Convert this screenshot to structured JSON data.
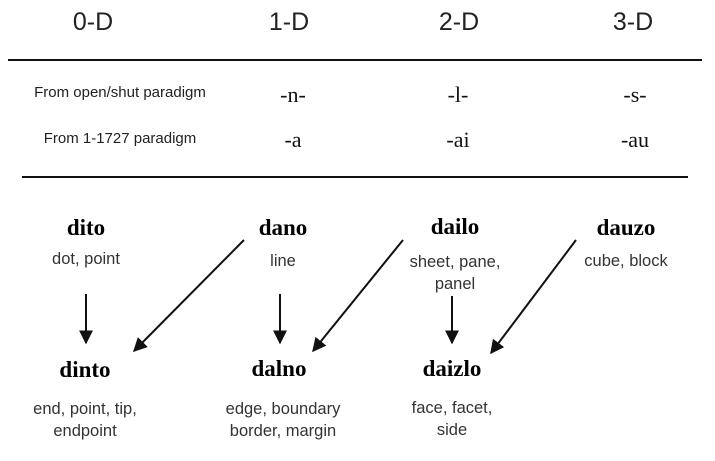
{
  "dimensions": [
    "0-D",
    "1-D",
    "2-D",
    "3-D"
  ],
  "rows": [
    {
      "label": "From open/shut paradigm",
      "affixes": [
        "-n-",
        "-l-",
        "-s-"
      ]
    },
    {
      "label": "From 1-1727 paradigm",
      "affixes": [
        "-a",
        "-ai",
        "-au"
      ]
    }
  ],
  "base_words": [
    {
      "word": "dito",
      "gloss": [
        "dot, point"
      ]
    },
    {
      "word": "dano",
      "gloss": [
        "line"
      ]
    },
    {
      "word": "dailo",
      "gloss": [
        "sheet, pane,",
        "panel"
      ]
    },
    {
      "word": "dauzo",
      "gloss": [
        "cube, block"
      ]
    }
  ],
  "derived_words": [
    {
      "word": "dinto",
      "gloss": [
        "end, point, tip,",
        "endpoint"
      ]
    },
    {
      "word": "dalno",
      "gloss": [
        "edge, boundary",
        "border, margin"
      ]
    },
    {
      "word": "daizlo",
      "gloss": [
        "face, facet,",
        "side"
      ]
    }
  ]
}
